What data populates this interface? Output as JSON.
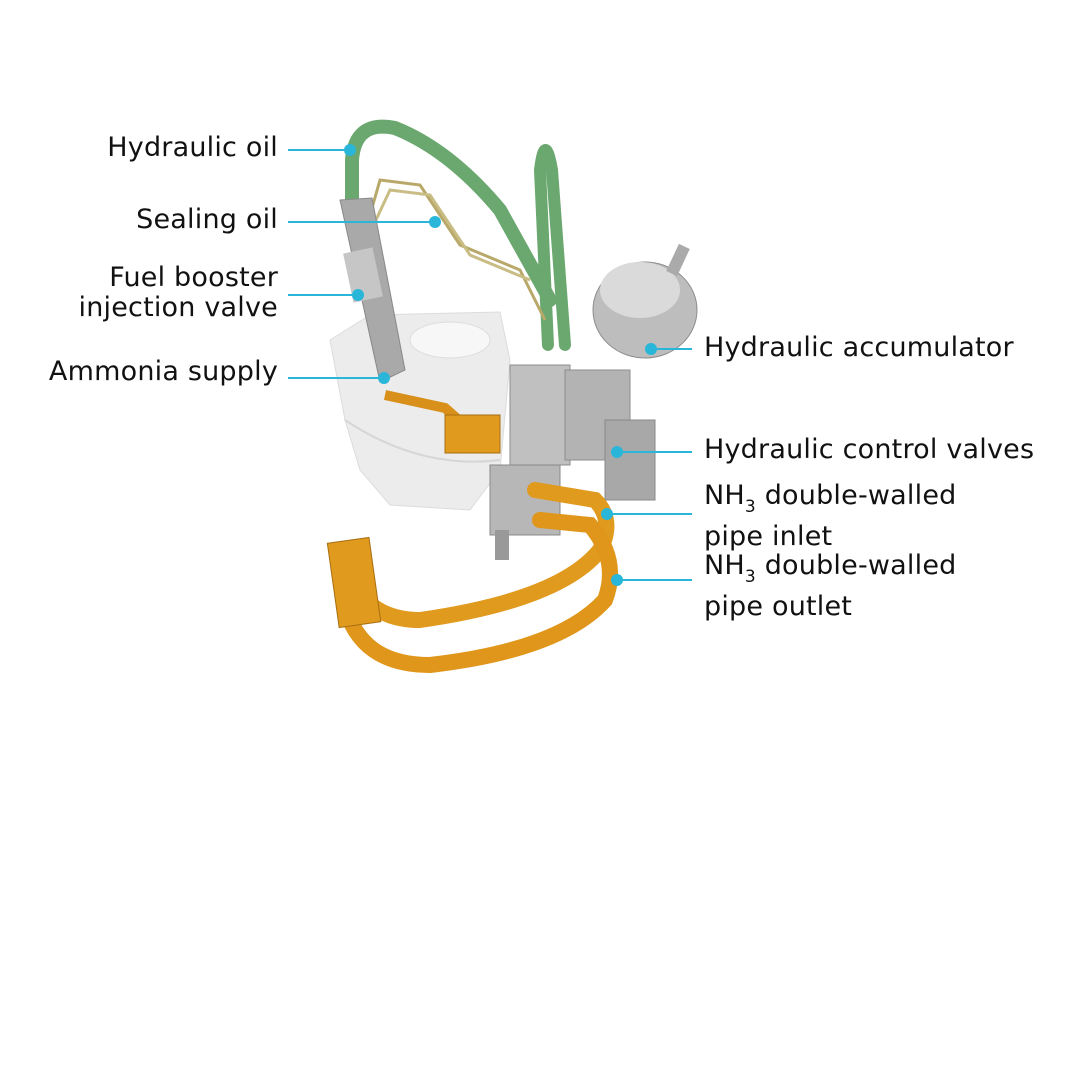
{
  "accent_color": "#29b6d9",
  "labels": {
    "hydraulic_oil": "Hydraulic oil",
    "sealing_oil": "Sealing oil",
    "fuel_booster_line1": "Fuel booster",
    "fuel_booster_line2": "injection valve",
    "ammonia_supply": "Ammonia supply",
    "hydraulic_accumulator": "Hydraulic accumulator",
    "hydraulic_control_valves": "Hydraulic control valves",
    "inlet_prefix": "NH",
    "inlet_sub": "3",
    "inlet_line1_rest": " double-walled",
    "inlet_line2": "pipe inlet",
    "outlet_prefix": "NH",
    "outlet_sub": "3",
    "outlet_line1_rest": " double-walled",
    "outlet_line2": "pipe outlet"
  },
  "colors": {
    "hose_green": "#6aa86f",
    "pipe_orange": "#e09a1e",
    "steel": "#b8b8b8",
    "housing": "#ececec"
  }
}
